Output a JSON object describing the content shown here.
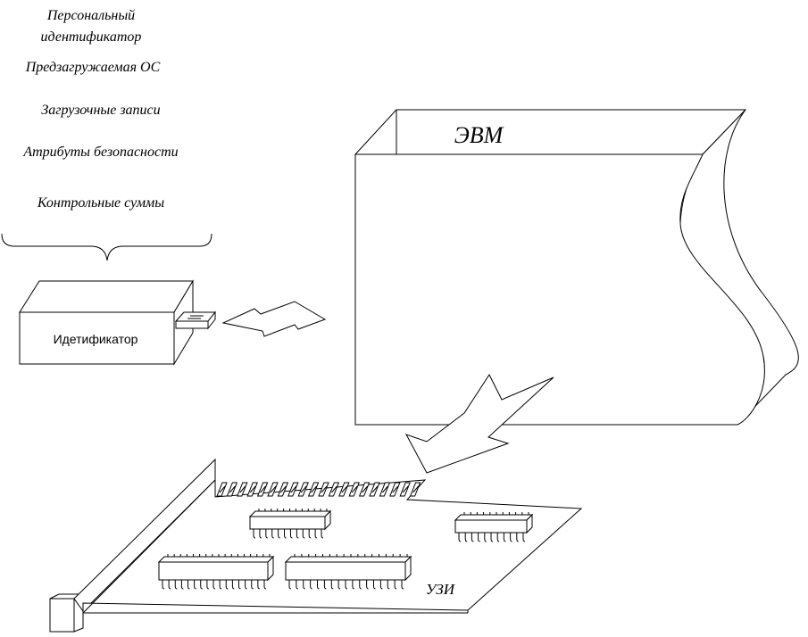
{
  "labels": {
    "personal_id_line1": "Персональный",
    "personal_id_line2": "идентификатор",
    "preload_os": "Предзагружаемая ОС",
    "boot_records": "Загрузочные записи",
    "security_attributes": "Атрибуты безопасности",
    "checksums": "Контрольные суммы",
    "identifier_device": "Идетификатор",
    "computer": "ЭВМ",
    "uzi_board": "УЗИ"
  }
}
